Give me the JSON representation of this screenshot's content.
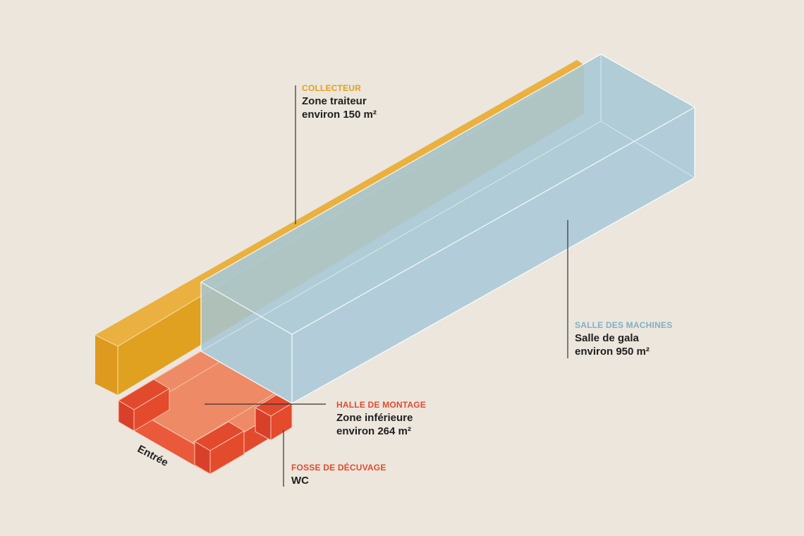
{
  "colors": {
    "background": "#ece6dc",
    "collecteur": "#e0a020",
    "salle_des_machines": "#a9c9d6",
    "halle_de_montage": "#ec7e5d",
    "fosse_de_decuvage": "#e2432a"
  },
  "zones": [
    {
      "id": "collecteur",
      "category": "COLLECTEUR",
      "name": "Zone traiteur",
      "area": "environ 150 m²"
    },
    {
      "id": "salle",
      "category": "SALLE DES MACHINES",
      "name": "Salle de gala",
      "area": "environ 950 m²"
    },
    {
      "id": "halle",
      "category": "HALLE DE MONTAGE",
      "name": "Zone inférieure",
      "area": "environ 264 m²"
    },
    {
      "id": "fosse",
      "category": "FOSSE DE DÉCUVAGE",
      "name": "WC",
      "area": ""
    }
  ],
  "entrance_label": "Entrée"
}
